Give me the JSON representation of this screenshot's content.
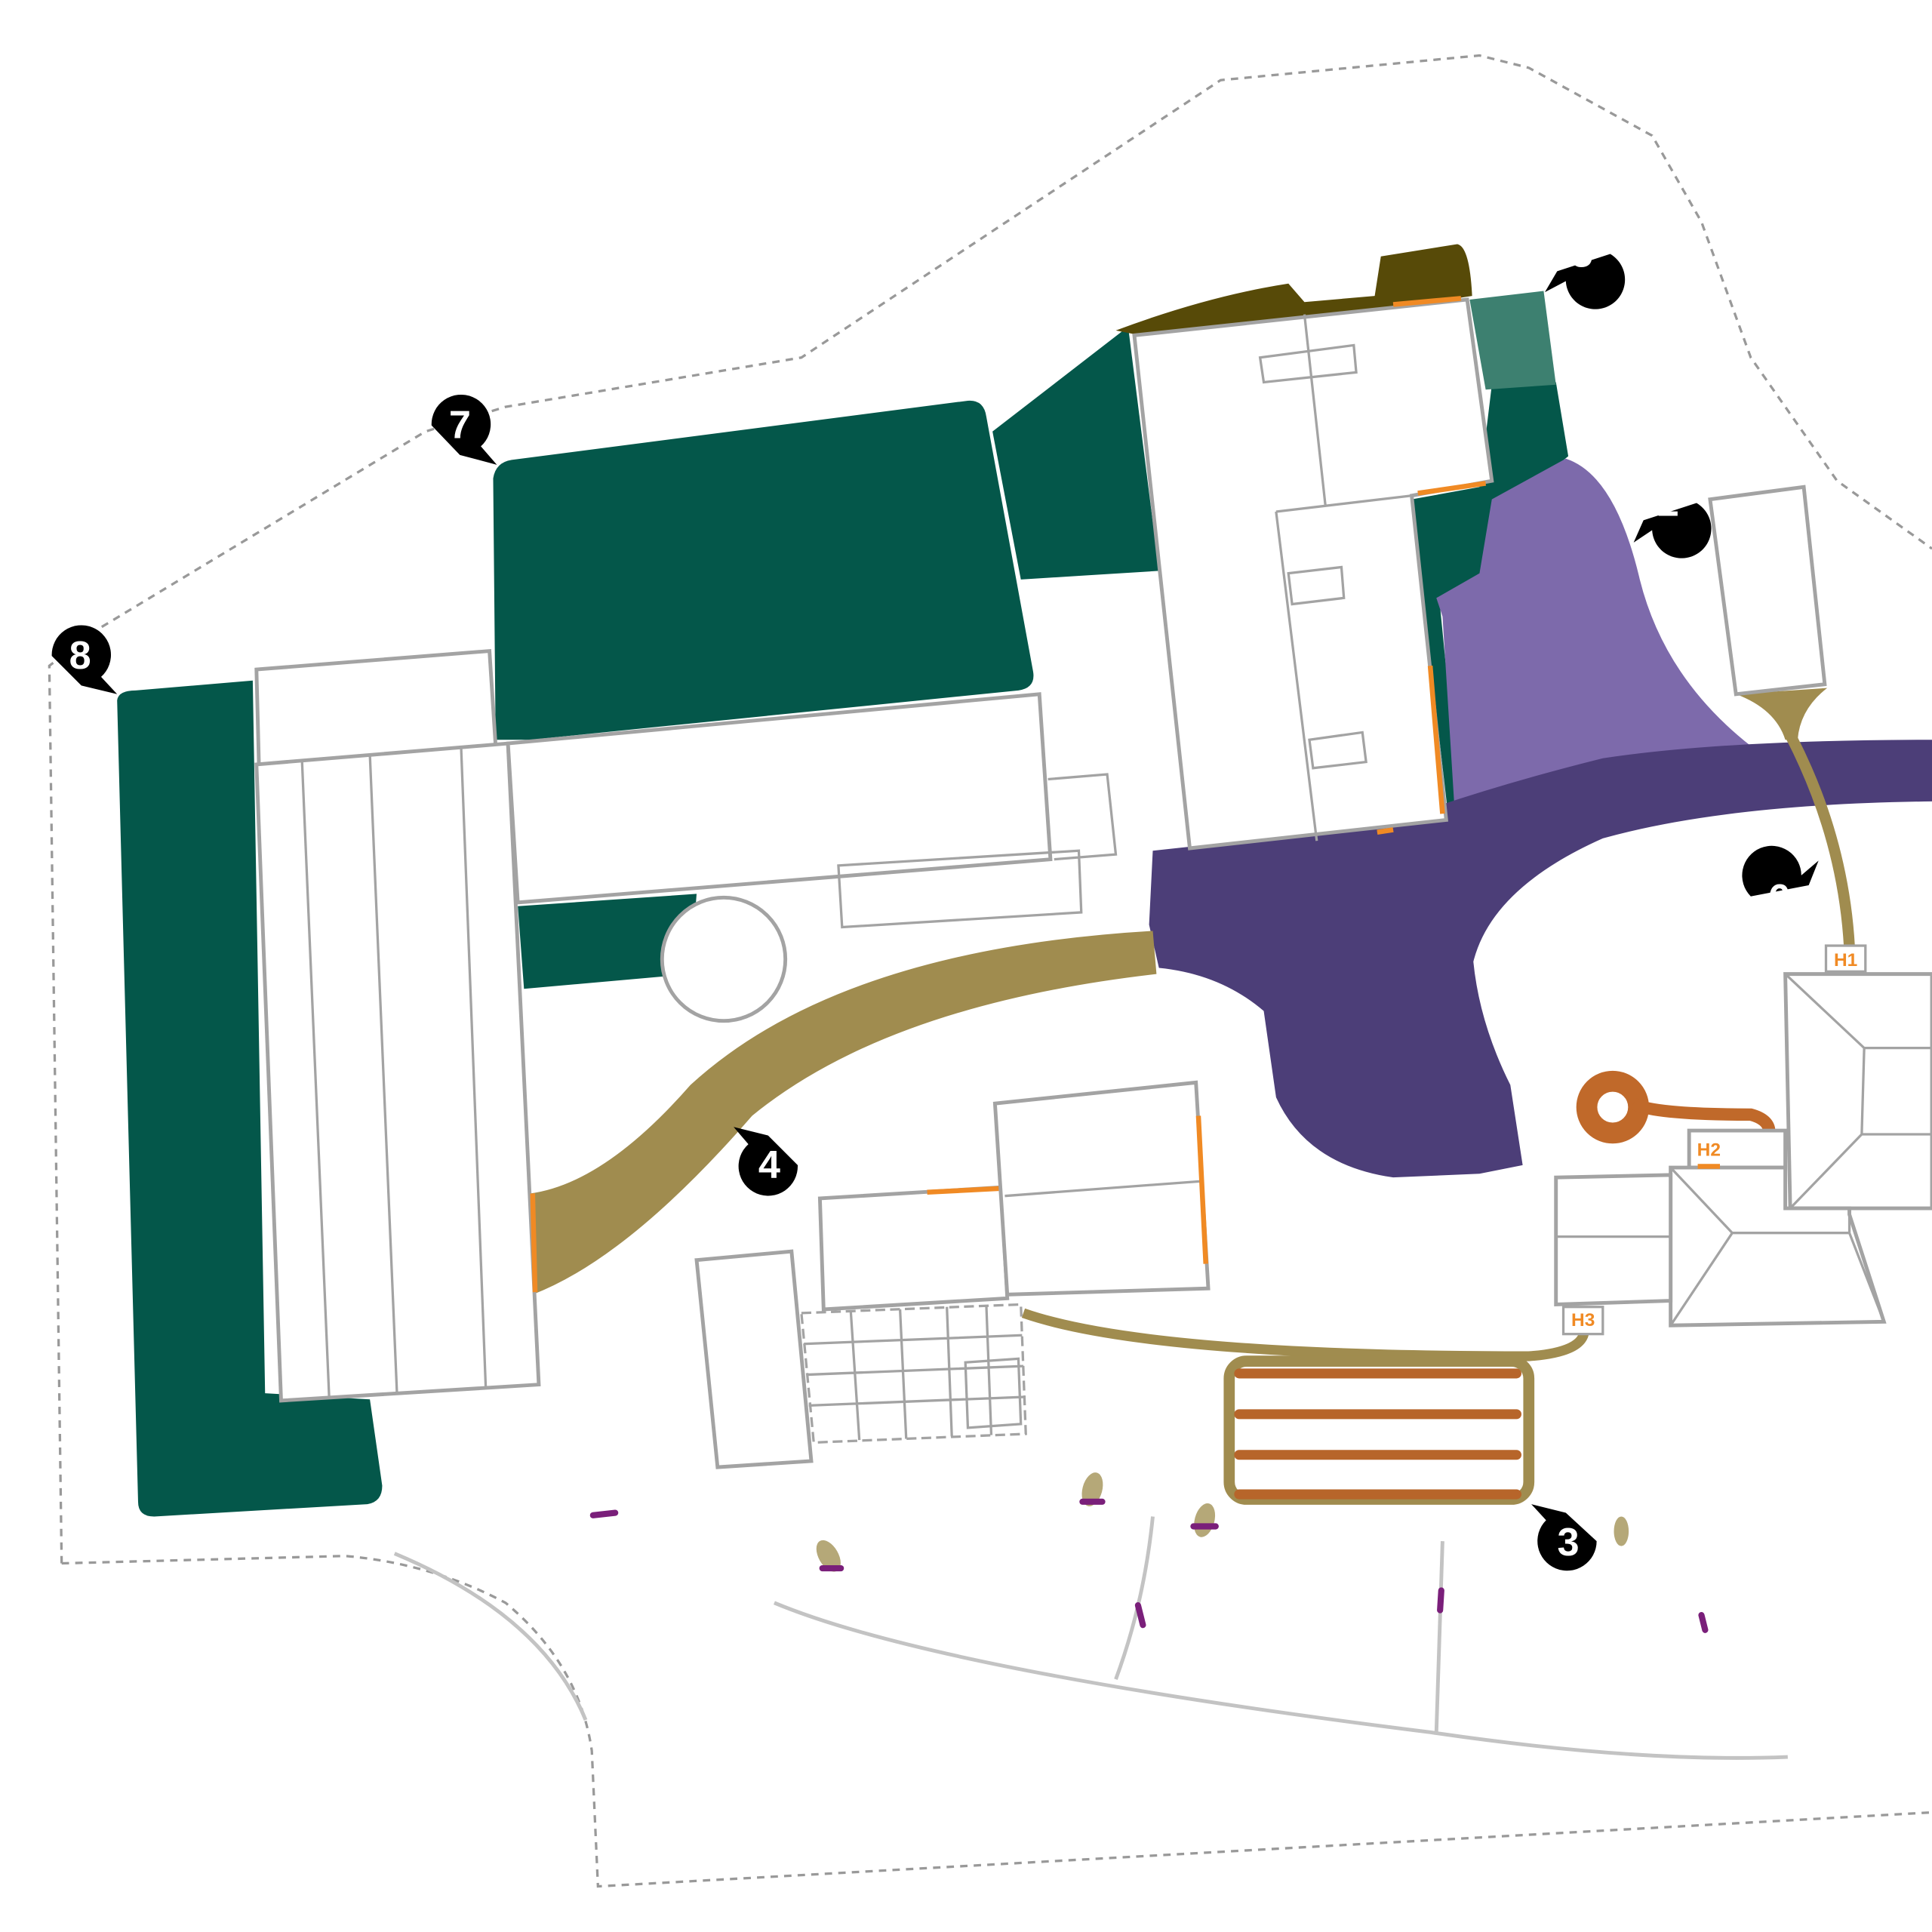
{
  "map": {
    "markers": [
      {
        "id": "2",
        "label": "2"
      },
      {
        "id": "3",
        "label": "3"
      },
      {
        "id": "4",
        "label": "4"
      },
      {
        "id": "5",
        "label": "5"
      },
      {
        "id": "6",
        "label": "6"
      },
      {
        "id": "7",
        "label": "7"
      },
      {
        "id": "8",
        "label": "8"
      }
    ],
    "entrances": [
      {
        "id": "H1",
        "label": "H1"
      },
      {
        "id": "H2",
        "label": "H2"
      },
      {
        "id": "H3",
        "label": "H3"
      }
    ],
    "colors": {
      "dark_green": "#04574a",
      "teal": "#3d8070",
      "olive_dark": "#574a08",
      "lavender": "#7d6aab",
      "dark_purple": "#4c3e78",
      "tan_path": "#a08c4f",
      "orange": "#f08a24",
      "rust": "#c0692a",
      "building_stroke": "#a3a3a3",
      "marker": "#000000"
    }
  }
}
